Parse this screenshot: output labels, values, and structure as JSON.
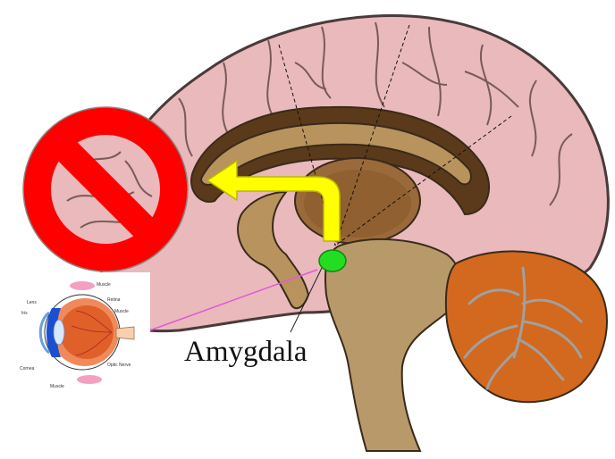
{
  "labels": {
    "amygdala": "Amygdala"
  },
  "eye_inset": {
    "labels": {
      "muscle_top": "Muscle",
      "lens": "Lens",
      "iris": "Iris",
      "retina": "Retina",
      "muscle_right": "Muscle",
      "cornea": "Cornea",
      "optic_nerve": "Optic Nerve",
      "muscle_bottom": "Muscle"
    }
  },
  "icons": {
    "prohibition": "no-entry-icon",
    "arrow": "bent-arrow-icon"
  },
  "colors": {
    "cortex": "#e9b9bb",
    "cortex_outline": "#4a3a3a",
    "inner_brain": "#a88a5c",
    "thalamus": "#9a6a3a",
    "brainstem": "#b89a6a",
    "cerebellum": "#d2691e",
    "amygdala": "#22dd22",
    "arrow": "#ffff00",
    "prohibition": "#ff0000",
    "connector": "#e05ad8"
  }
}
